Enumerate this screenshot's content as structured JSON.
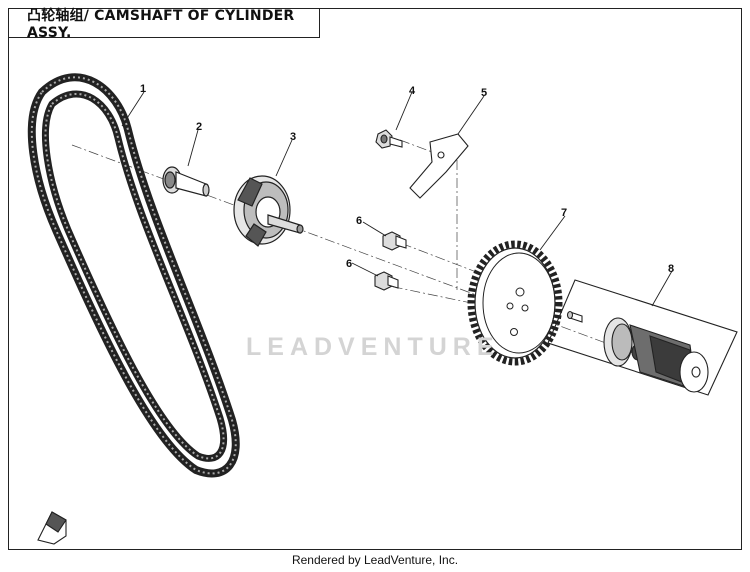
{
  "title": "凸轮轴组/ CAMSHAFT OF CYLINDER ASSY.",
  "watermark": "LEADVENTURE",
  "footer": "Rendered by LeadVenture, Inc.",
  "callouts": [
    {
      "id": "1",
      "part": "timing-chain"
    },
    {
      "id": "2",
      "part": "chain-guide-bolt"
    },
    {
      "id": "3",
      "part": "chain-tensioner-guide"
    },
    {
      "id": "4",
      "part": "bolt"
    },
    {
      "id": "5",
      "part": "lock-plate"
    },
    {
      "id": "6",
      "part": "pin-upper"
    },
    {
      "id": "6",
      "part": "pin-lower"
    },
    {
      "id": "7",
      "part": "cam-sprocket"
    },
    {
      "id": "8",
      "part": "camshaft-assembly"
    }
  ]
}
